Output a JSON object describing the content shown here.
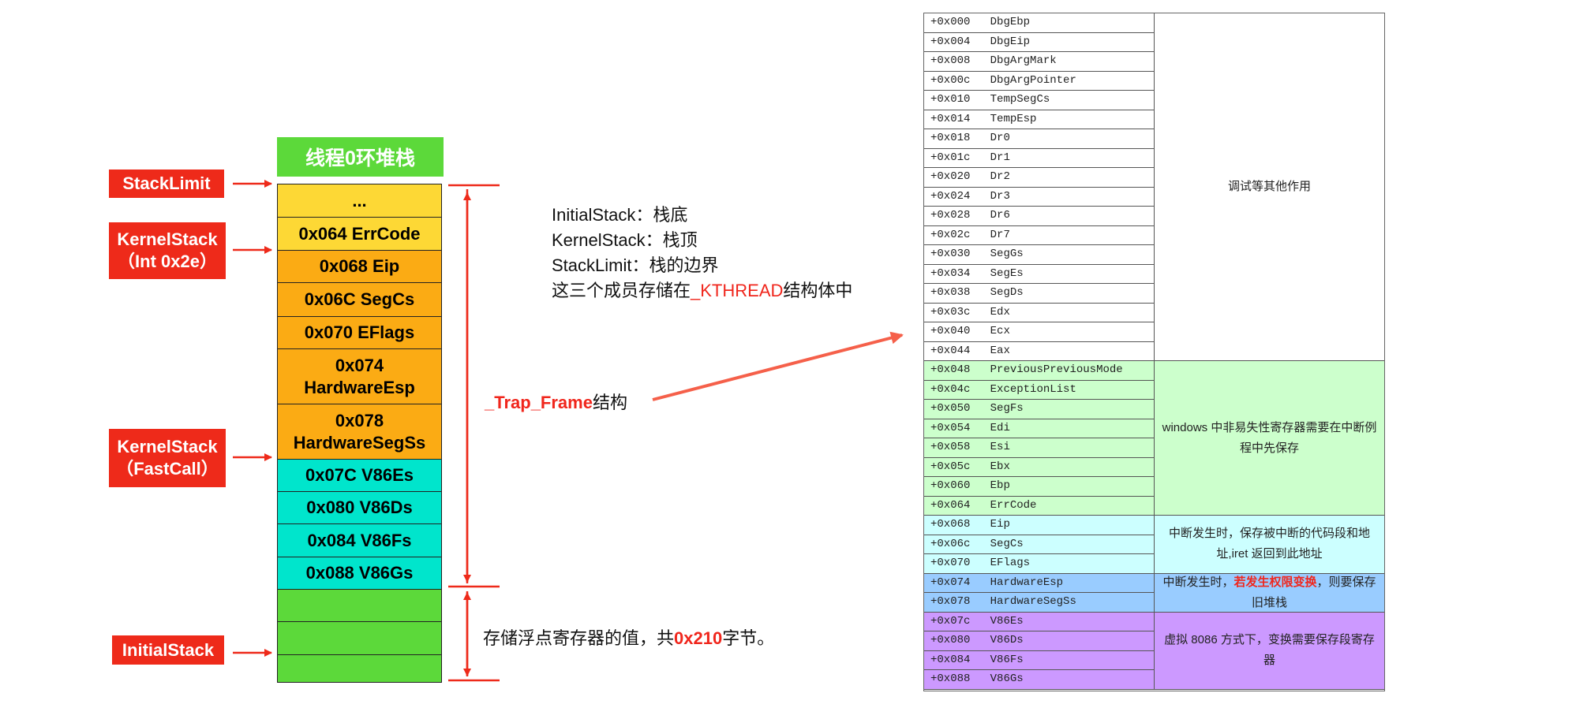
{
  "stack": {
    "title": "线程0环堆栈",
    "cells": [
      {
        "text": "...",
        "color": "#fdd835"
      },
      {
        "text": "0x064 ErrCode",
        "color": "#fdd835"
      },
      {
        "text": "0x068 Eip",
        "color": "#fbab14"
      },
      {
        "text": "0x06C SegCs",
        "color": "#fbab14"
      },
      {
        "text": "0x070 EFlags",
        "color": "#fbab14"
      },
      {
        "text": "0x074\nHardwareEsp",
        "color": "#fbab14"
      },
      {
        "text": "0x078\nHardwareSegSs",
        "color": "#fbab14"
      },
      {
        "text": "0x07C V86Es",
        "color": "#00e5cc"
      },
      {
        "text": "0x080 V86Ds",
        "color": "#00e5cc"
      },
      {
        "text": "0x084 V86Fs",
        "color": "#00e5cc"
      },
      {
        "text": "0x088 V86Gs",
        "color": "#00e5cc"
      },
      {
        "text": "",
        "color": "#5cd93a"
      },
      {
        "text": "",
        "color": "#5cd93a"
      },
      {
        "text": "",
        "color": "#5cd93a"
      }
    ]
  },
  "labels": {
    "stack_limit": "StackLimit",
    "kernel_int_1": "KernelStack",
    "kernel_int_2": "（Int 0x2e）",
    "kernel_fast_1": "KernelStack",
    "kernel_fast_2": "（FastCall）",
    "initial_stack": "InitialStack"
  },
  "notes": {
    "line1": "InitialStack：栈底",
    "line2": "KernelStack：栈顶",
    "line3": "StackLimit：栈的边界",
    "line4_pre": "这三个成员存储在",
    "line4_red": "_KTHREAD",
    "line4_post": "结构体中",
    "trap_red": "_Trap_Frame",
    "trap_post": "结构",
    "fp_pre": "存储浮点寄存器的值，共",
    "fp_red": "0x210",
    "fp_post": "字节。"
  },
  "table": {
    "rows": [
      [
        "+0x000",
        "DbgEbp"
      ],
      [
        "+0x004",
        "DbgEip"
      ],
      [
        "+0x008",
        "DbgArgMark"
      ],
      [
        "+0x00c",
        "DbgArgPointer"
      ],
      [
        "+0x010",
        "TempSegCs"
      ],
      [
        "+0x014",
        "TempEsp"
      ],
      [
        "+0x018",
        "Dr0"
      ],
      [
        "+0x01c",
        "Dr1"
      ],
      [
        "+0x020",
        "Dr2"
      ],
      [
        "+0x024",
        "Dr3"
      ],
      [
        "+0x028",
        "Dr6"
      ],
      [
        "+0x02c",
        "Dr7"
      ],
      [
        "+0x030",
        "SegGs"
      ],
      [
        "+0x034",
        "SegEs"
      ],
      [
        "+0x038",
        "SegDs"
      ],
      [
        "+0x03c",
        "Edx"
      ],
      [
        "+0x040",
        "Ecx"
      ],
      [
        "+0x044",
        "Eax"
      ],
      [
        "+0x048",
        "PreviousPreviousMode"
      ],
      [
        "+0x04c",
        "ExceptionList"
      ],
      [
        "+0x050",
        "SegFs"
      ],
      [
        "+0x054",
        "Edi"
      ],
      [
        "+0x058",
        "Esi"
      ],
      [
        "+0x05c",
        "Ebx"
      ],
      [
        "+0x060",
        "Ebp"
      ],
      [
        "+0x064",
        "ErrCode"
      ],
      [
        "+0x068",
        "Eip"
      ],
      [
        "+0x06c",
        "SegCs"
      ],
      [
        "+0x070",
        "EFlags"
      ],
      [
        "+0x074",
        "HardwareEsp"
      ],
      [
        "+0x078",
        "HardwareSegSs"
      ],
      [
        "+0x07c",
        "V86Es"
      ],
      [
        "+0x080",
        "V86Ds"
      ],
      [
        "+0x084",
        "V86Fs"
      ],
      [
        "+0x088",
        "V86Gs"
      ]
    ],
    "groups": [
      {
        "count": 18,
        "color": "#ffffff",
        "pre": "调试等其他作用",
        "red": "",
        "post": ""
      },
      {
        "count": 8,
        "color": "#ccffcc",
        "pre": "windows 中非易失性寄存器需要在中断例程中先保存",
        "red": "",
        "post": ""
      },
      {
        "count": 3,
        "color": "#ccffff",
        "pre": "中断发生时，保存被中断的代码段和地址,iret 返回到此地址",
        "red": "",
        "post": ""
      },
      {
        "count": 2,
        "color": "#99ccff",
        "pre": "中断发生时，",
        "red": "若发生权限变换",
        "post": "，则要保存旧堆栈"
      },
      {
        "count": 4,
        "color": "#cc99ff",
        "pre": "虚拟 8086 方式下，变换需要保存段寄存器",
        "red": "",
        "post": ""
      }
    ]
  },
  "colors": {
    "label_red": "#ee2a1a",
    "accent_red": "#f0261c",
    "arrow": "#f5604a"
  }
}
